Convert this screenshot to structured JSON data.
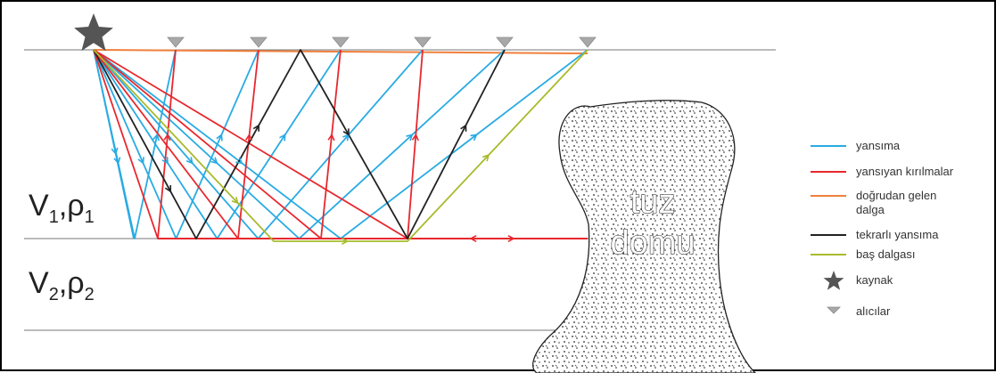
{
  "colors": {
    "reflection": "#29abe2",
    "refraction": "#e8282e",
    "direct": "#f07f3c",
    "multiple": "#222222",
    "head": "#a9ba2c",
    "source": "#555555",
    "receiver": "#a8a8a8"
  },
  "layers": {
    "upper": {
      "v": "V",
      "v_sub": "1",
      "comma": ",",
      "rho": "ρ",
      "rho_sub": "1"
    },
    "lower": {
      "v": "V",
      "v_sub": "2",
      "comma": ",",
      "rho": "ρ",
      "rho_sub": "2"
    }
  },
  "dome": {
    "line1": "tuz",
    "line2": "domu"
  },
  "legend": [
    {
      "kind": "reflection",
      "label": "yansıma",
      "icon": "line"
    },
    {
      "kind": "refraction",
      "label": "yansıyan kırılmalar",
      "icon": "line"
    },
    {
      "kind": "direct",
      "label": "doğrudan gelen",
      "label2": "dalga",
      "icon": "line"
    },
    {
      "kind": "multiple",
      "label": "tekrarlı yansıma",
      "icon": "line"
    },
    {
      "kind": "head",
      "label": "baş dalgası",
      "icon": "line"
    },
    {
      "kind": "source",
      "label": "kaynak",
      "icon": "star-icon"
    },
    {
      "kind": "receiver",
      "label": "alıcılar",
      "icon": "triangle-down-icon"
    }
  ]
}
